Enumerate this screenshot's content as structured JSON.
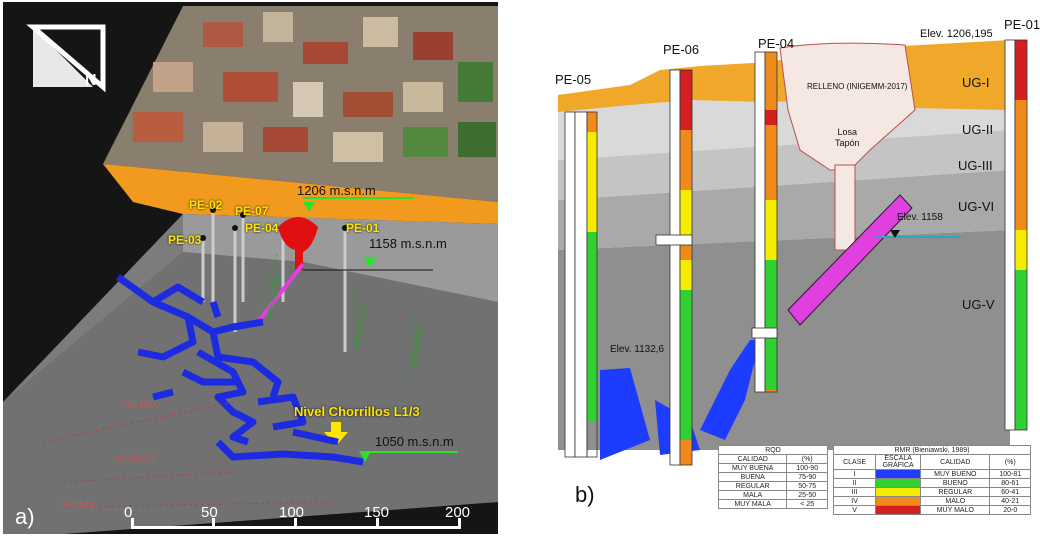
{
  "panel_a": {
    "tag": "a)",
    "wells": [
      "PE-02",
      "PE-07",
      "PE-03",
      "PE-04",
      "PE-01"
    ],
    "elevations": [
      "1206 m.s.n.m",
      "1158 m.s.n.m",
      "1050 m.s.n.m"
    ],
    "tunnel_label": "Nivel Chorrillos L1/3",
    "grid_labels": [
      "+9591750",
      "+9591800",
      "+9591850",
      "+654300",
      "+654350",
      "+65440"
    ],
    "scale_ticks": [
      "0",
      "50",
      "100",
      "150",
      "200"
    ],
    "colors": {
      "tunnel": "#1d2be0",
      "fill": "#e8e100",
      "orange": "#f29a1e",
      "green_marker": "#2ee02e",
      "magenta": "#e040e0"
    }
  },
  "panel_b": {
    "tag": "b)",
    "wells": [
      "PE-05",
      "PE-06",
      "PE-04",
      "PE-01"
    ],
    "elevation_top": "Elev. 1206,195",
    "elevation_1158": "Elev. 1158",
    "elevation_1132": "Elev. 1132,6",
    "units": [
      "UG-I",
      "UG-II",
      "UG-III",
      "UG-VI",
      "UG-V"
    ],
    "relleno": "RELLENO (INIGEMM-2017)",
    "losa": "Losa\nTapón",
    "rqd_title": "RQD",
    "rqd_headers": [
      "CALIDAD",
      "(%)"
    ],
    "rqd_rows": [
      [
        "MUY BUENA",
        "100-90"
      ],
      [
        "BUENA",
        "75-90"
      ],
      [
        "REGULAR",
        "50-75"
      ],
      [
        "MALA",
        "25-50"
      ],
      [
        "MUY MALA",
        "< 25"
      ]
    ],
    "rmr_title": "RMR (Bieniawski, 1989)",
    "rmr_headers": [
      "CLASE",
      "ESCALA GRÁFICA",
      "CALIDAD",
      "(%)"
    ],
    "rmr_rows": [
      {
        "clase": "I",
        "color": "#1e3cff",
        "calidad": "MUY BUENO",
        "pct": "100-81"
      },
      {
        "clase": "II",
        "color": "#2fd02f",
        "calidad": "BUENO",
        "pct": "80-61"
      },
      {
        "clase": "III",
        "color": "#f5ec00",
        "calidad": "REGULAR",
        "pct": "60-41"
      },
      {
        "clase": "IV",
        "color": "#f08a1a",
        "calidad": "MALO",
        "pct": "40-21"
      },
      {
        "clase": "V",
        "color": "#d31f1f",
        "calidad": "MUY MALO",
        "pct": "20-0"
      }
    ]
  }
}
